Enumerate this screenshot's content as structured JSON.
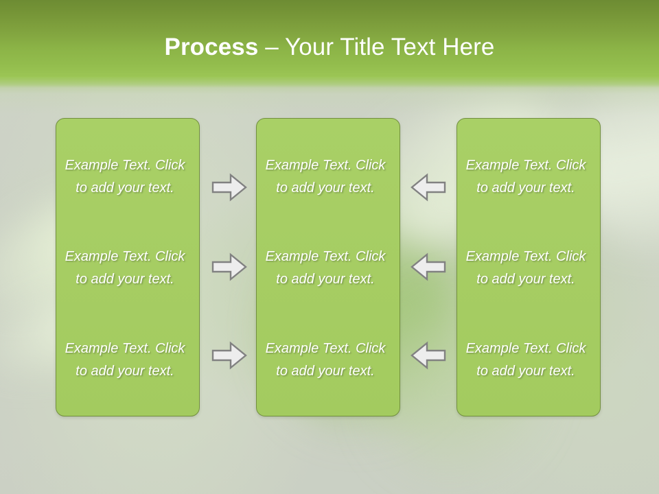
{
  "slide": {
    "title_bold": "Process",
    "title_rest": " – Your Title Text Here",
    "background_color": "#ccd2c6",
    "header_gradient_top": "#6d8c33",
    "header_gradient_bottom": "#9cc655",
    "panel_fill": "#a6cd63",
    "panel_border": "#728f3f",
    "body_text_color": "#ffffff",
    "arrow_fill": "#eaeaea",
    "arrow_border": "#808080"
  },
  "columns": [
    {
      "id": "column-1",
      "cells": [
        {
          "text": "Example Text. Click  to add your text."
        },
        {
          "text": "Example Text. Click  to add your text."
        },
        {
          "text": "Example Text. Click  to add your text."
        }
      ]
    },
    {
      "id": "column-2",
      "cells": [
        {
          "text": "Example Text. Click  to add your text."
        },
        {
          "text": "Example Text. Click  to add your text."
        },
        {
          "text": "Example Text. Click  to add your text."
        }
      ]
    },
    {
      "id": "column-3",
      "cells": [
        {
          "text": "Example Text. Click  to add your text."
        },
        {
          "text": "Example Text. Click  to add your text."
        },
        {
          "text": "Example Text. Click  to add your text."
        }
      ]
    }
  ],
  "connectors": [
    {
      "id": "connector-left-1",
      "direction": "right"
    },
    {
      "id": "connector-left-2",
      "direction": "right"
    },
    {
      "id": "connector-left-3",
      "direction": "right"
    },
    {
      "id": "connector-right-1",
      "direction": "left"
    },
    {
      "id": "connector-right-2",
      "direction": "left"
    },
    {
      "id": "connector-right-3",
      "direction": "left"
    }
  ]
}
